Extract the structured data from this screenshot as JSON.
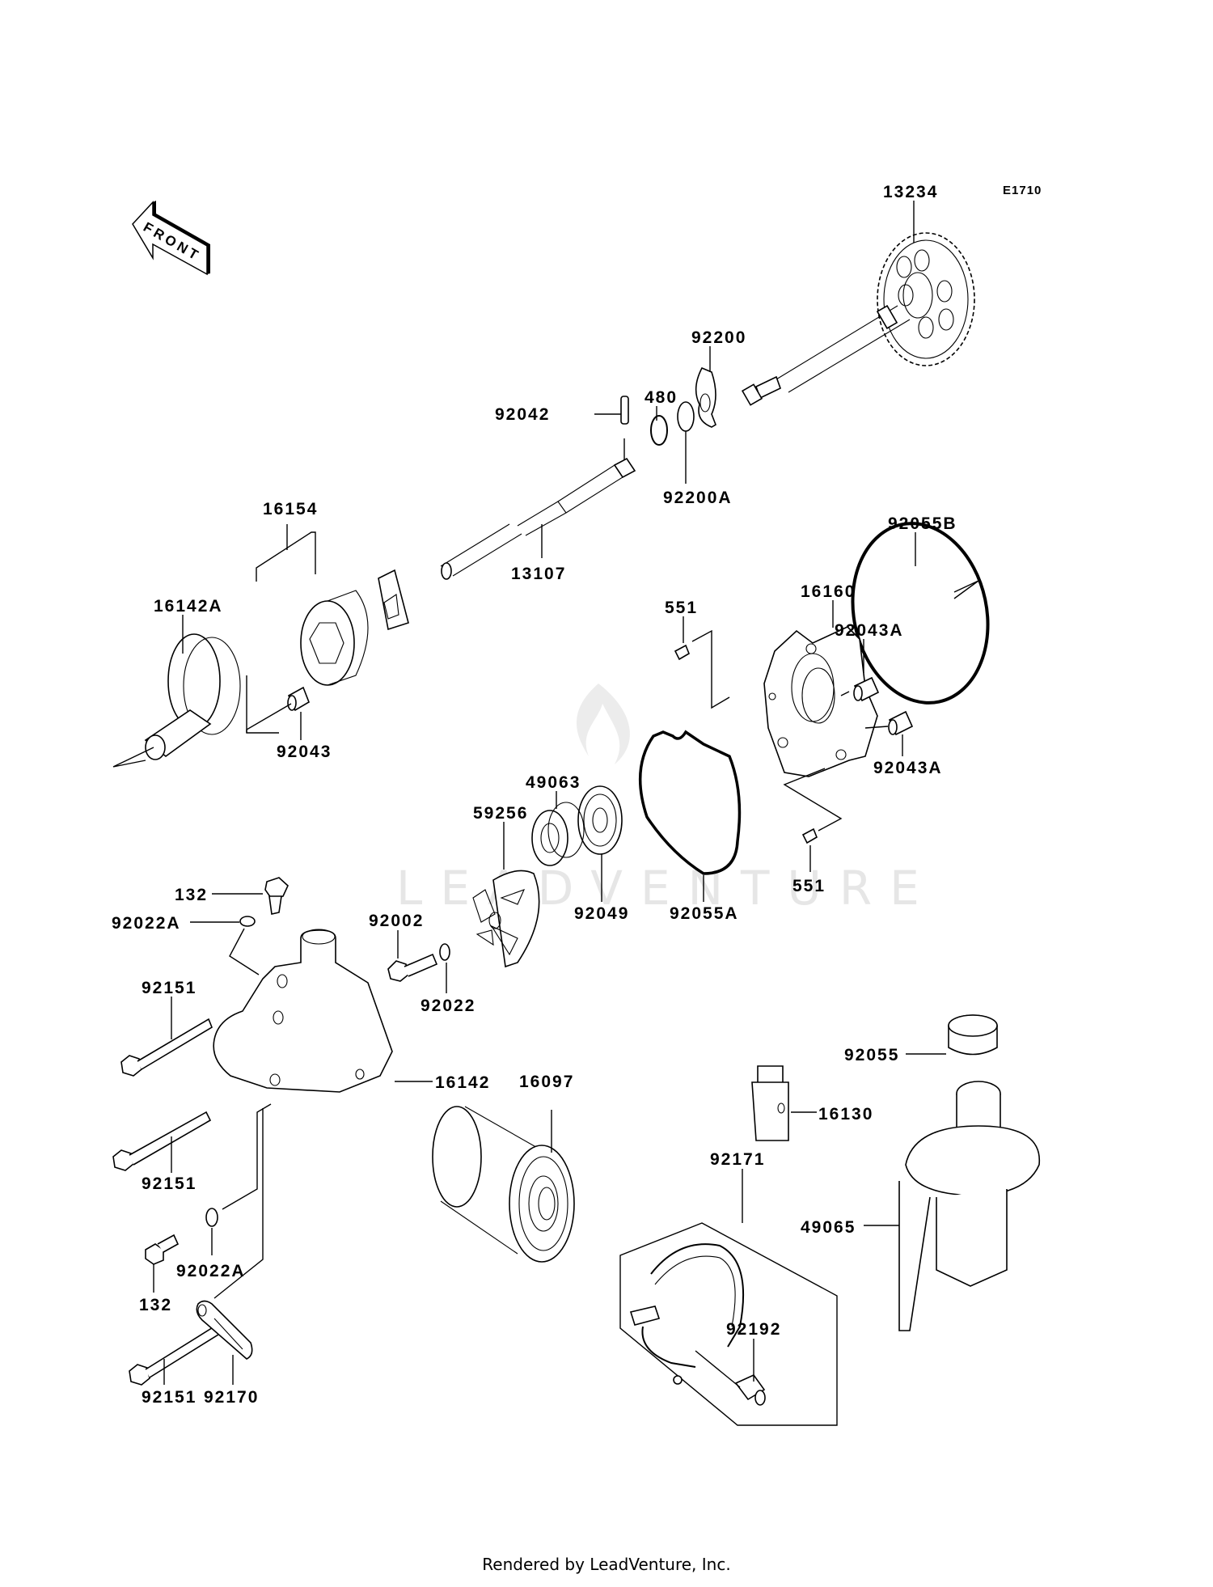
{
  "diagram": {
    "code": "E1710",
    "front_arrow_label": "FRONT",
    "watermark": "LEADVENTURE",
    "footer": "Rendered by LeadVenture, Inc.",
    "labels": {
      "p13234": "13234",
      "p92200": "92200",
      "p92042": "92042",
      "p480": "480",
      "p92200A": "92200A",
      "p16154": "16154",
      "p13107": "13107",
      "p16142A": "16142A",
      "p92043": "92043",
      "p92055B": "92055B",
      "p16160": "16160",
      "p551_top": "551",
      "p92043A_top": "92043A",
      "p92043A_bottom": "92043A",
      "p551_bottom": "551",
      "p59256": "59256",
      "p49063": "49063",
      "p92049": "92049",
      "p92055A": "92055A",
      "p132_top": "132",
      "p92022A_top": "92022A",
      "p92002": "92002",
      "p92022": "92022",
      "p92151_a": "92151",
      "p16142": "16142",
      "p92151_b": "92151",
      "p16097": "16097",
      "p92022A_bottom": "92022A",
      "p132_bottom": "132",
      "p92151_c": "92151",
      "p92170": "92170",
      "p92055": "92055",
      "p16130": "16130",
      "p92171": "92171",
      "p49065": "49065",
      "p92192": "92192"
    }
  }
}
